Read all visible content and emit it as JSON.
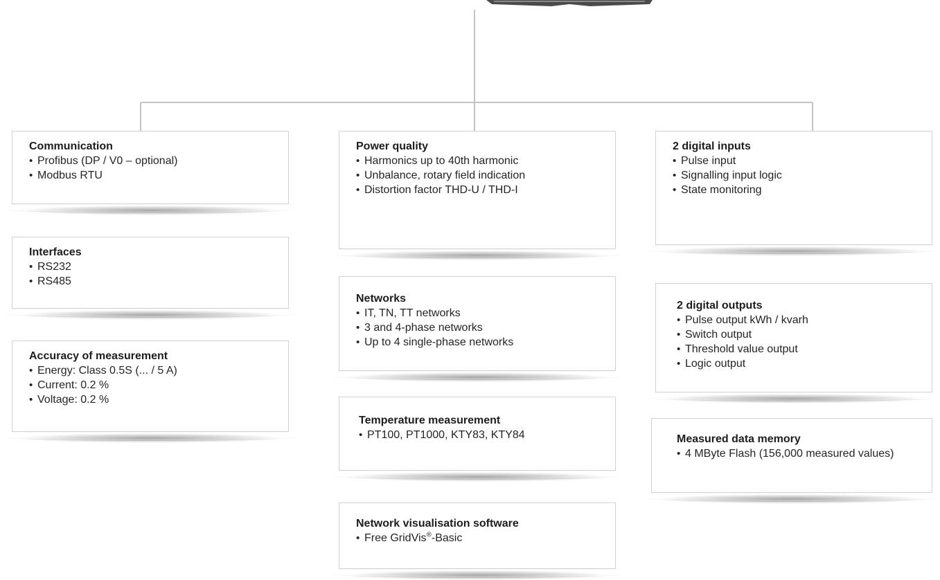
{
  "boxes": {
    "communication": {
      "title": "Communication",
      "items": [
        "Profibus (DP / V0 – optional)",
        "Modbus RTU"
      ]
    },
    "interfaces": {
      "title": "Interfaces",
      "items": [
        "RS232",
        "RS485"
      ]
    },
    "accuracy": {
      "title": "Accuracy of measurement",
      "items": [
        "Energy: Class 0.5S (... / 5 A)",
        "Current: 0.2 %",
        "Voltage: 0.2 %"
      ]
    },
    "power_quality": {
      "title": "Power quality",
      "items": [
        "Harmonics up to 40th harmonic",
        "Unbalance, rotary field indication",
        "Distortion factor THD-U / THD-I"
      ]
    },
    "networks": {
      "title": "Networks",
      "items": [
        "IT, TN, TT networks",
        "3 and 4-phase networks",
        "Up to 4 single-phase networks"
      ]
    },
    "temperature": {
      "title": "Temperature measurement",
      "items": [
        "PT100, PT1000, KTY83, KTY84"
      ]
    },
    "visualisation": {
      "title": "Network visualisation software",
      "item_prefix": "Free GridVis",
      "item_sup": "®",
      "item_suffix": "-Basic"
    },
    "digital_inputs": {
      "title": "2 digital inputs",
      "items": [
        "Pulse input",
        "Signalling input logic",
        "State monitoring"
      ]
    },
    "digital_outputs": {
      "title": "2 digital outputs",
      "items": [
        "Pulse output kWh / kvarh",
        "Switch output",
        "Threshold value output",
        "Logic output"
      ]
    },
    "data_memory": {
      "title": "Measured data memory",
      "items": [
        "4 MByte Flash (156,000 measured values)"
      ]
    }
  }
}
